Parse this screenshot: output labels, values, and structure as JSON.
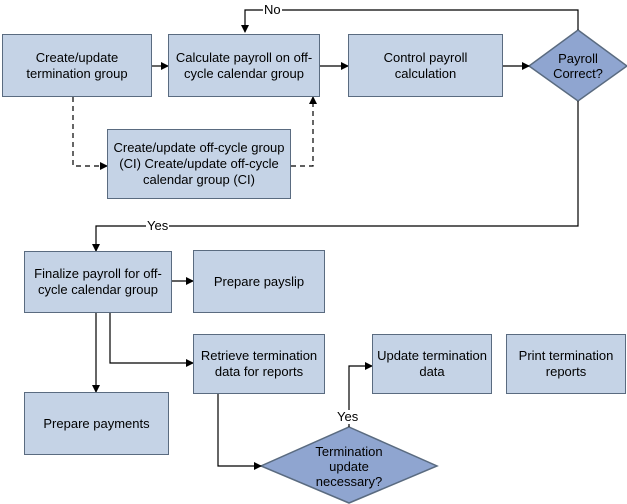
{
  "diagram": {
    "boxes": {
      "create_termination_group": "Create/update termination group",
      "calculate_payroll": "Calculate payroll on off-cycle calendar group",
      "control_payroll": "Control payroll calculation",
      "create_offcycle_group": "Create/update off-cycle group (CI) Create/update off-cycle calendar group (CI)",
      "finalize_payroll": "Finalize payroll for off-cycle calendar group",
      "prepare_payslip": "Prepare payslip",
      "retrieve_termination_data": "Retrieve termination data for reports",
      "update_termination_data": "Update termination data",
      "print_termination_reports": "Print termination reports",
      "prepare_payments": "Prepare payments"
    },
    "decisions": {
      "payroll_correct": "Payroll Correct?",
      "termination_update_necessary": "Termination update necessary?"
    },
    "edge_labels": {
      "no": "No",
      "yes_payroll": "Yes",
      "yes_termination": "Yes"
    },
    "colors": {
      "box_fill": "#c5d3e6",
      "box_border": "#5a6b80",
      "decision_fill": "#8fa5d0",
      "line": "#000000"
    }
  }
}
